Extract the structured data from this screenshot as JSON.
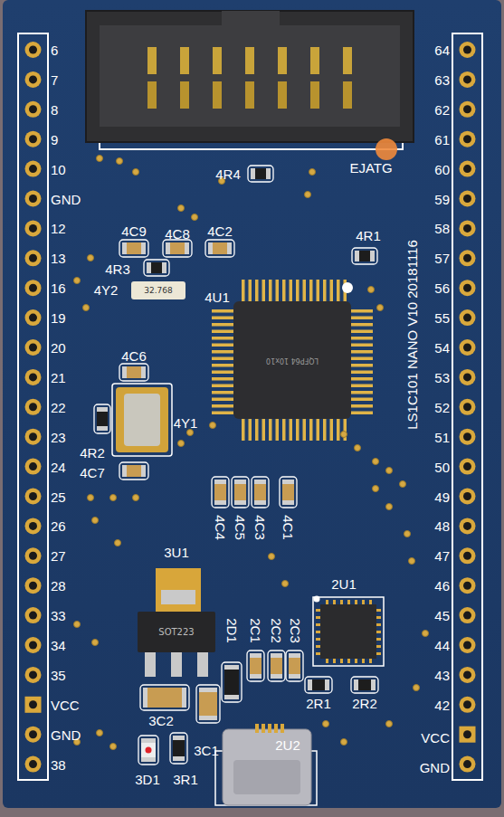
{
  "diagram": {
    "nodes": [
      {
        "text": [
          "LQFP64 10x10"
        ]
      },
      {
        "text": [
          "SOT223"
        ]
      },
      {
        "text": [
          "32.768"
        ]
      }
    ],
    "labels": [
      "6",
      "7",
      "8",
      "9",
      "10",
      "GND",
      "12",
      "13",
      "16",
      "19",
      "20",
      "21",
      "22",
      "23",
      "24",
      "25",
      "26",
      "27",
      "28",
      "33",
      "34",
      "35",
      "VCC",
      "GND",
      "38",
      "64",
      "63",
      "62",
      "61",
      "60",
      "59",
      "58",
      "57",
      "56",
      "55",
      "54",
      "53",
      "52",
      "51",
      "50",
      "49",
      "48",
      "47",
      "46",
      "45",
      "44",
      "43",
      "42",
      "VCC",
      "GND",
      "EJATG",
      "4R4",
      "4C9",
      "4C8",
      "4C2",
      "4R3",
      "4Y2",
      "4R1",
      "4U1",
      "LS1C101 NANO V10 20181116",
      "4C6",
      "4R2",
      "4C7",
      "4Y1",
      "4C4",
      "4C5",
      "4C3",
      "4C1",
      "3U1",
      "2D1",
      "2C1",
      "2C2",
      "2C3",
      "2U1",
      "2R1",
      "2R2",
      "3C2",
      "3C1",
      "2U2",
      "3D1",
      "3R1"
    ]
  }
}
